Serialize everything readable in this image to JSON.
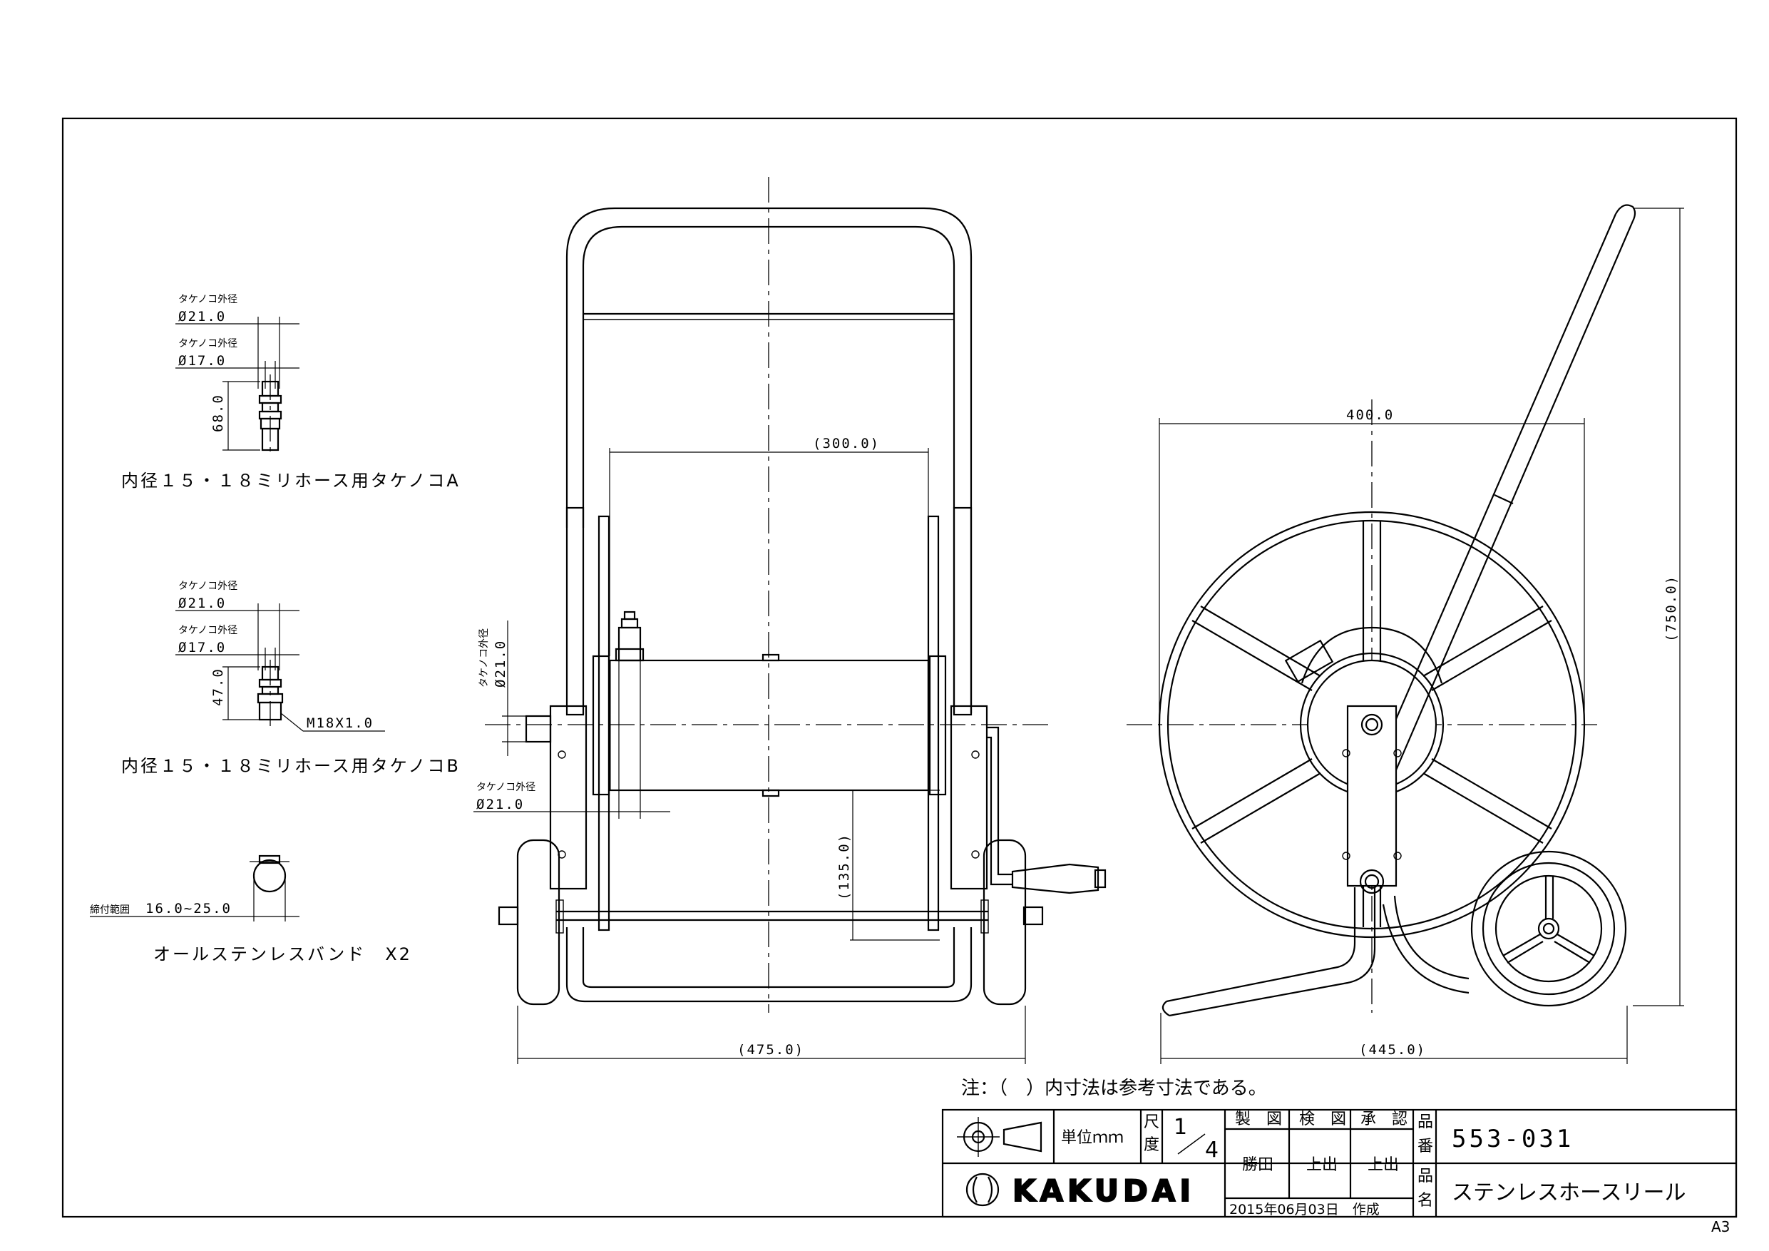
{
  "sheet": {
    "size_label": "A3"
  },
  "notes": {
    "main": "注：（　）内寸法は参考寸法である。"
  },
  "title_block": {
    "unit_label": "単位ｍｍ",
    "scale_label": "尺度",
    "scale_num": "1",
    "scale_den": "4",
    "drawn_label": "製　図",
    "checked_label": "検　図",
    "approved_label": "承　認",
    "drawn_by": "勝田",
    "checked_by": "上出",
    "approved_by": "上出",
    "part_no_label": "品番",
    "part_no": "553-031",
    "part_name_label": "品名",
    "part_name": "ステンレスホースリール",
    "date": "2015年06月03日　作成",
    "company": "KAKUDAI"
  },
  "fittings": {
    "a": {
      "caption": "内径１５・１８ミリホース用タケノコA",
      "outer_label_1": "タケノコ外径",
      "outer_dia_1": "Ø21.0",
      "outer_label_2": "タケノコ外径",
      "outer_dia_2": "Ø17.0",
      "length": "68.0"
    },
    "b": {
      "caption": "内径１５・１８ミリホース用タケノコB",
      "outer_label_1": "タケノコ外径",
      "outer_dia_1": "Ø21.0",
      "outer_label_2": "タケノコ外径",
      "outer_dia_2": "Ø17.0",
      "length": "47.0",
      "thread": "M18X1.0"
    },
    "band": {
      "caption": "オールステンレスバンド　X2",
      "range_label": "締付範囲",
      "range": "16.0~25.0"
    }
  },
  "front_view": {
    "dim_width": "(475.0)",
    "dim_drum": "(300.0)",
    "dim_drum_dia": "(135.0)",
    "nozzle_label": "タケノコ外径",
    "nozzle_dia": "Ø21.0",
    "nozzle_label_2": "タケノコ外径",
    "nozzle_dia_2": "Ø21.0"
  },
  "side_view": {
    "dim_reel": "400.0",
    "dim_height": "(750.0)",
    "dim_depth": "(445.0)"
  }
}
